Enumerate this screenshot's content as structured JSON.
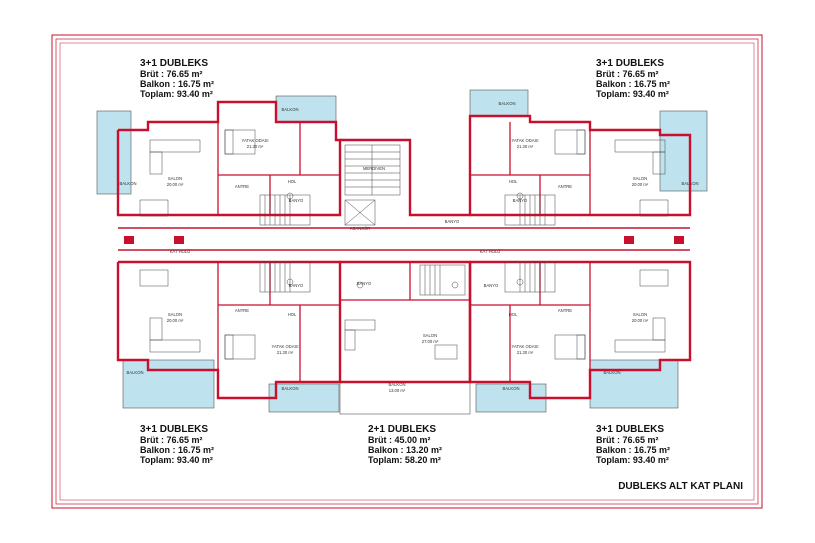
{
  "title": "DUBLEKS ALT KAT PLANI",
  "units": [
    {
      "id": "top-left",
      "name": "3+1 DUBLEKS",
      "brut": "Brüt   : 76.65 m²",
      "balkon": "Balkon : 16.75 m²",
      "toplam": "Toplam: 93.40 m²"
    },
    {
      "id": "top-right",
      "name": "3+1 DUBLEKS",
      "brut": "Brüt   : 76.65 m²",
      "balkon": "Balkon : 16.75 m²",
      "toplam": "Toplam: 93.40 m²"
    },
    {
      "id": "bottom-left",
      "name": "3+1 DUBLEKS",
      "brut": "Brüt   : 76.65 m²",
      "balkon": "Balkon : 16.75 m²",
      "toplam": "Toplam: 93.40 m²"
    },
    {
      "id": "bottom-center",
      "name": "2+1 DUBLEKS",
      "brut": "Brüt   : 45.00 m²",
      "balkon": "Balkon : 13.20 m²",
      "toplam": "Toplam: 58.20 m²"
    },
    {
      "id": "bottom-right",
      "name": "3+1 DUBLEKS",
      "brut": "Brüt   : 76.65 m²",
      "balkon": "Balkon : 16.75 m²",
      "toplam": "Toplam: 93.40 m²"
    }
  ],
  "rooms": {
    "yatak": "YATAK ODASI",
    "yatak_area": "21.30 m²",
    "salon": "SALON",
    "salon_area": "20.00 m²",
    "balkon": "BALKON",
    "banyo": "BANYO",
    "antre": "ANTRE",
    "hol": "HOL",
    "asansor": "ASANSÖR",
    "merdiven": "MERDİVEN",
    "kat_holu": "KAT HOLÜ",
    "salon_small": "SALON",
    "salon_small_area": "27.00 m²",
    "balkon_small_area": "13.00 m²"
  },
  "colors": {
    "wall": "#c8102e",
    "balcony": "#bfe3ee",
    "line": "#333333"
  }
}
